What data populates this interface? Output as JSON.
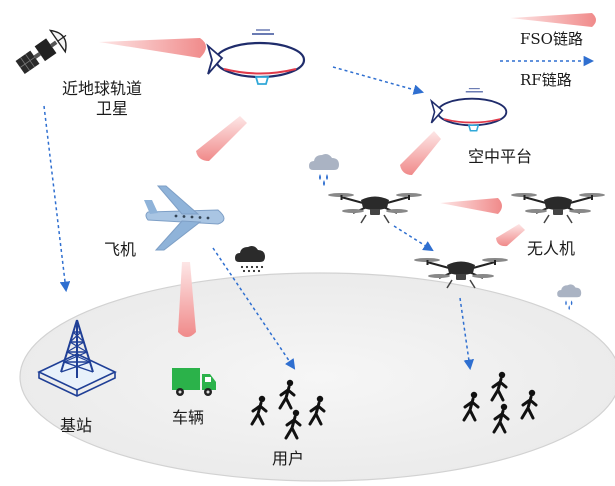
{
  "legend": {
    "fso": "FSO链路",
    "rf": "RF链路"
  },
  "labels": {
    "satellite_line1": "近地球轨道",
    "satellite_line2": "卫星",
    "aerial_platform": "空中平台",
    "airplane": "飞机",
    "uav": "无人机",
    "base_station": "基站",
    "vehicle": "车辆",
    "users": "用户"
  },
  "colors": {
    "fso_beam": "#f4a0a0",
    "rf_link": "#2f6fd0",
    "ground": "#f1f1f1",
    "airship_outline": "#1f2c6b",
    "airship_stripe": "#e03a4a",
    "airplane": "#8fb3d9",
    "tower": "#1f3f96",
    "truck": "#2bb24a"
  },
  "icons": [
    "satellite-icon",
    "airship-icon",
    "airplane-icon",
    "drone-icon",
    "cloud-rain-icon",
    "tower-icon",
    "truck-icon",
    "pedestrian-icon"
  ]
}
